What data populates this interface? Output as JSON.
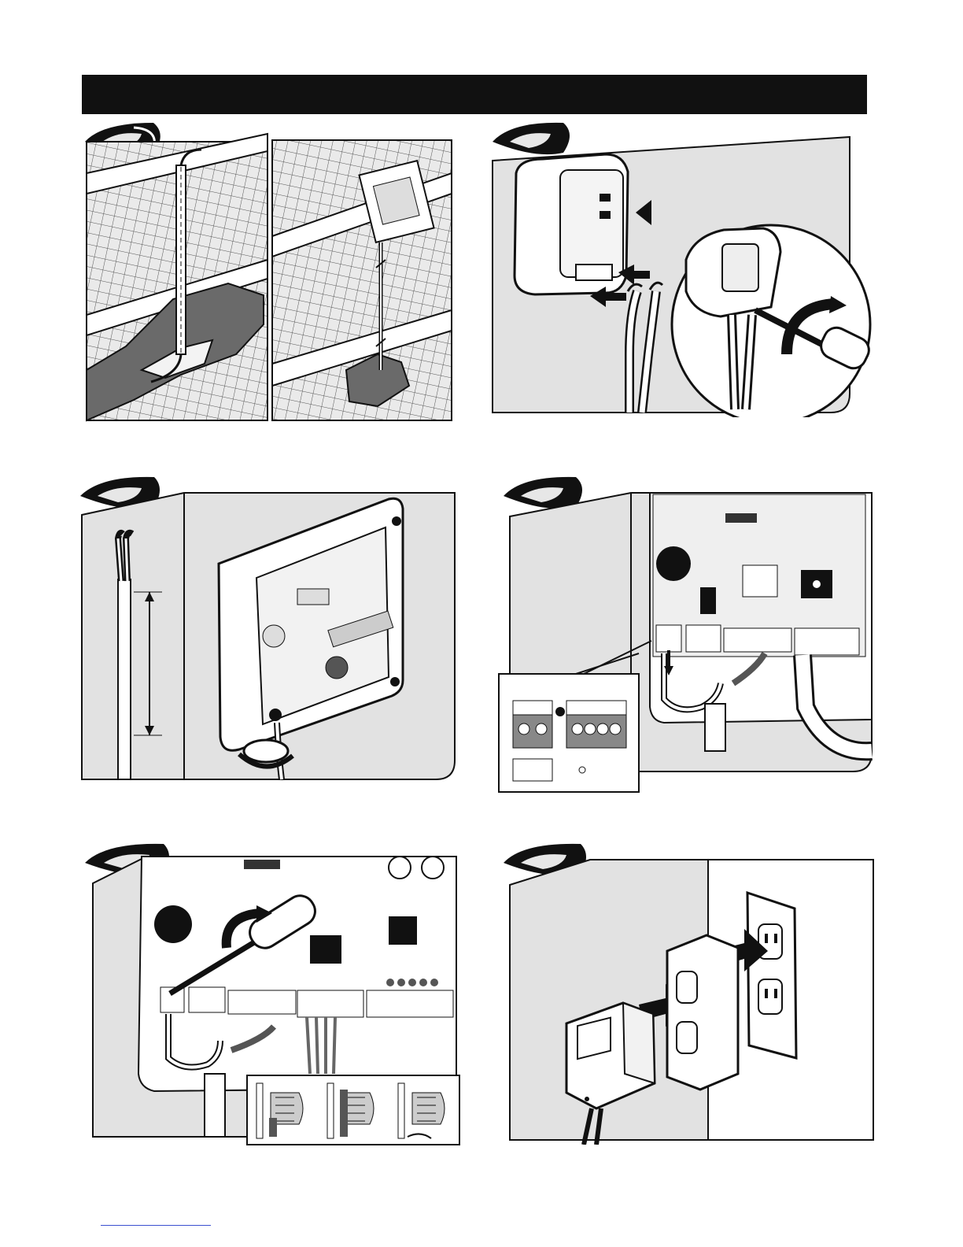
{
  "page": {
    "header_text": "",
    "footer_link_text": ""
  },
  "steps": [
    {
      "id": 1,
      "label": "",
      "subject": "wire-run-through-fence-and-mount-box"
    },
    {
      "id": 2,
      "label": "",
      "subject": "attach-wires-to-transformer-terminals"
    },
    {
      "id": 3,
      "label": "",
      "subject": "strip-wire-and-route-through-box-gland"
    },
    {
      "id": 4,
      "label": "",
      "subject": "locate-power-terminal-on-circuit-board"
    },
    {
      "id": 5,
      "label": "",
      "subject": "tighten-wires-in-power-terminal"
    },
    {
      "id": 6,
      "label": "",
      "subject": "plug-transformer-into-outlet"
    }
  ],
  "colors": {
    "ink": "#111111",
    "panel_fill": "#e2e2e2",
    "ground": "#6a6a6a",
    "white": "#ffffff"
  }
}
